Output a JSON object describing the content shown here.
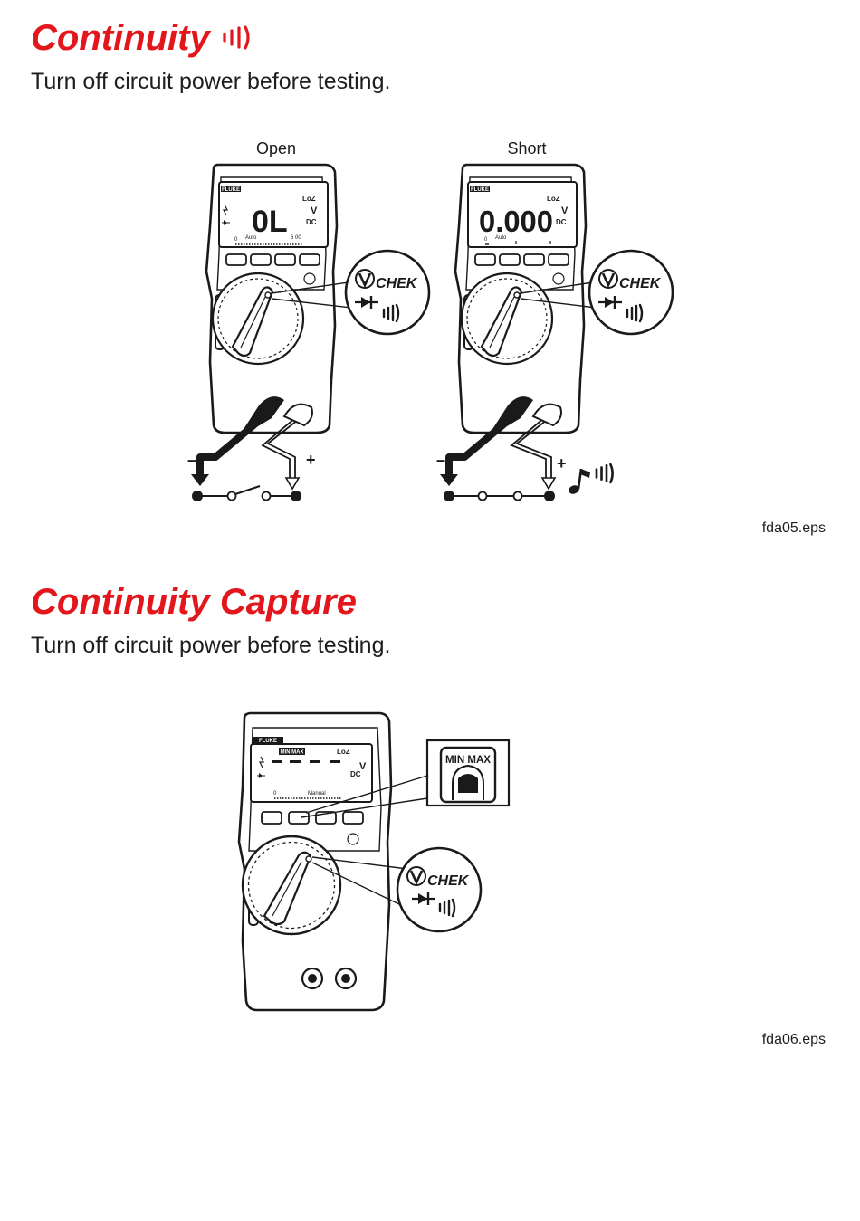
{
  "section1": {
    "title": "Continuity",
    "instruction": "Turn off circuit power before testing.",
    "figure_id": "fda05.eps",
    "meters": [
      {
        "label": "Open",
        "display_value": "0L",
        "brand": "FLUKE",
        "loz": "LoZ",
        "unit": "V",
        "mode": "DC",
        "auto": "Auto",
        "scale_start": "0",
        "scale_end": "6 00",
        "check_text": "CHEK"
      },
      {
        "label": "Short",
        "display_value": "0.000",
        "brand": "FLUKE",
        "loz": "LoZ",
        "unit": "V",
        "mode": "DC",
        "auto": "Auto",
        "scale_start": "0",
        "check_text": "CHEK"
      }
    ],
    "polarity_minus": "–",
    "polarity_plus": "+"
  },
  "section2": {
    "title": "Continuity Capture",
    "instruction": "Turn off circuit power before testing.",
    "figure_id": "fda06.eps",
    "meter": {
      "brand": "FLUKE",
      "minmax": "MIN MAX",
      "loz": "LoZ",
      "unit": "V",
      "mode": "DC",
      "scale_start": "0",
      "range": "Manual",
      "button_callout": "MIN MAX",
      "check_text": "CHEK"
    }
  },
  "colors": {
    "heading": "#e3161c",
    "ink": "#1a1a1a"
  },
  "icons": [
    "continuity-sound-icon",
    "diode-icon",
    "v-check-icon",
    "music-note-icon",
    "backlight-icon"
  ]
}
